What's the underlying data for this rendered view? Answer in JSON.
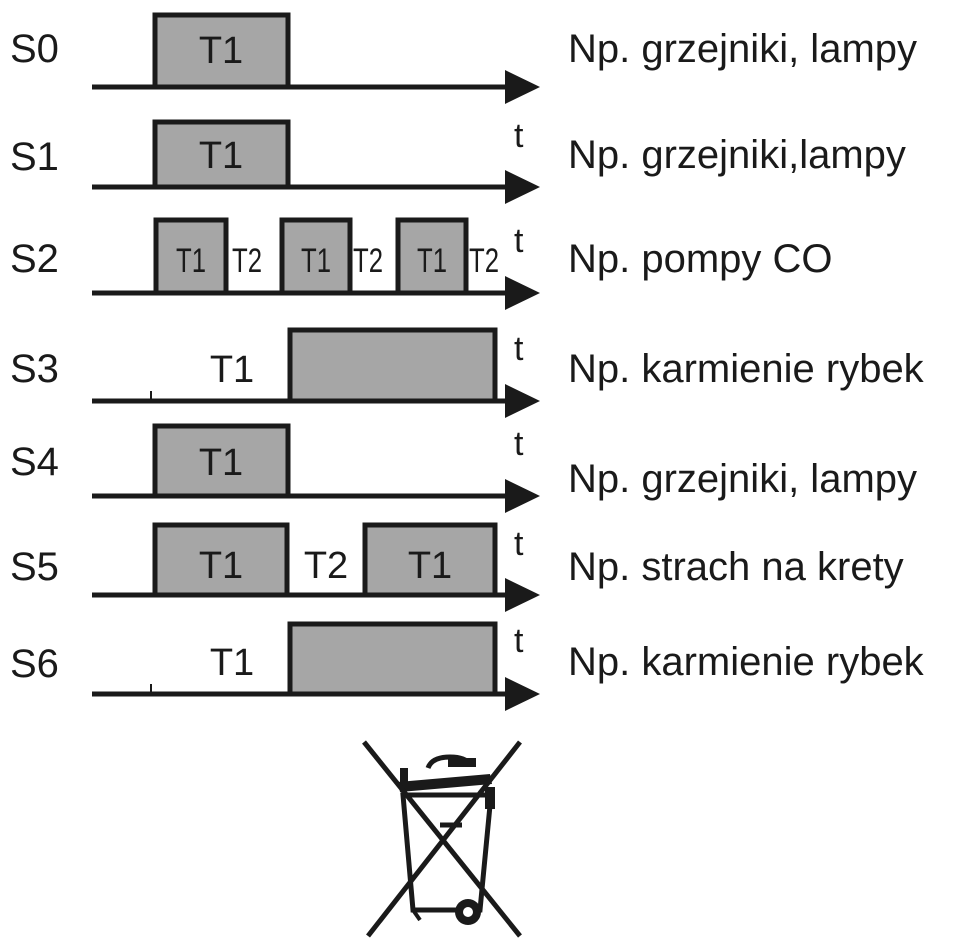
{
  "time_symbol": "t",
  "rows": [
    {
      "mode": "S0",
      "description": "Np. grzejniki, lampy",
      "show_t": false,
      "kind": "pulse",
      "labels": [
        {
          "text": "T1",
          "in_box": true
        }
      ]
    },
    {
      "mode": "S1",
      "description": "Np. grzejniki,lampy",
      "show_t": true,
      "kind": "pulse",
      "labels": [
        {
          "text": "T1",
          "in_box": true
        }
      ]
    },
    {
      "mode": "S2",
      "description": "Np. pompy CO",
      "show_t": true,
      "kind": "cycle",
      "labels": [
        {
          "text": "T1",
          "in_box": true
        },
        {
          "text": "T2",
          "in_box": false
        },
        {
          "text": "T1",
          "in_box": true
        },
        {
          "text": "T2",
          "in_box": false
        },
        {
          "text": "T1",
          "in_box": true
        },
        {
          "text": "T2",
          "in_box": false
        }
      ]
    },
    {
      "mode": "S3",
      "description": "Np. karmienie rybek",
      "show_t": true,
      "kind": "delay",
      "labels": [
        {
          "text": "T1",
          "in_box": false
        }
      ]
    },
    {
      "mode": "S4",
      "description": "Np. grzejniki, lampy",
      "show_t": true,
      "kind": "pulse",
      "labels": [
        {
          "text": "T1",
          "in_box": true
        }
      ]
    },
    {
      "mode": "S5",
      "description": "Np. strach na krety",
      "show_t": true,
      "kind": "double",
      "labels": [
        {
          "text": "T1",
          "in_box": true
        },
        {
          "text": "T2",
          "in_box": false
        },
        {
          "text": "T1",
          "in_box": true
        }
      ]
    },
    {
      "mode": "S6",
      "description": "Np. karmienie rybek",
      "show_t": true,
      "kind": "delay",
      "labels": [
        {
          "text": "T1",
          "in_box": false
        }
      ]
    }
  ],
  "disposal_icon": "crossed-out-wheelie-bin-icon"
}
